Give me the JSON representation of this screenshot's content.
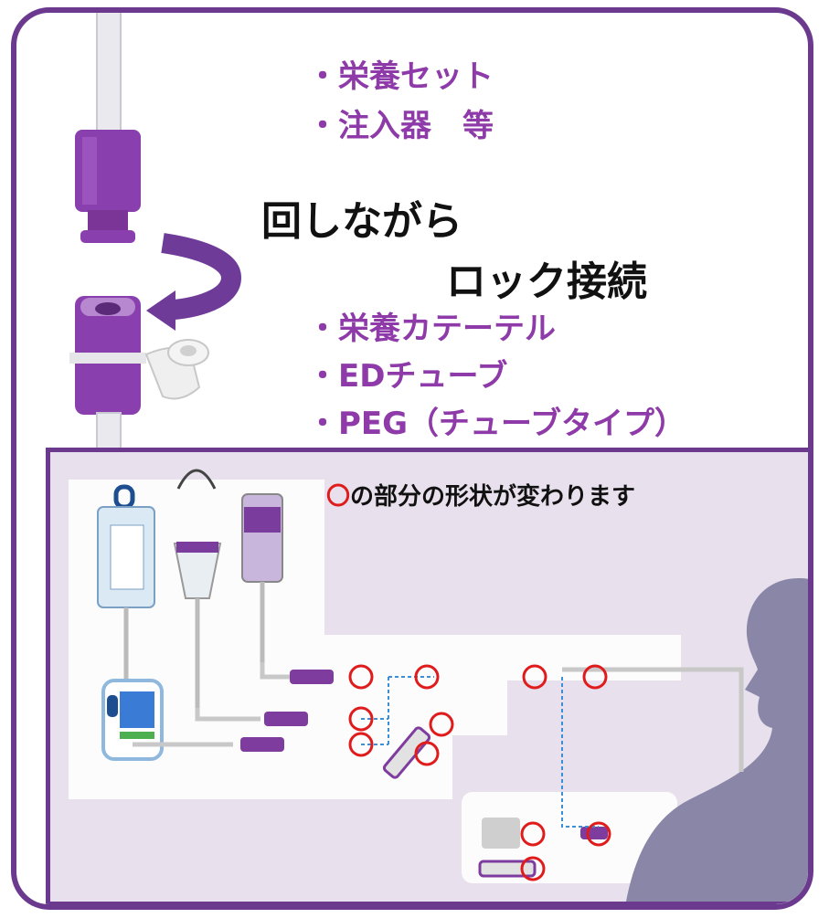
{
  "top": {
    "devices_list": [
      "・栄養セット",
      "・注入器　等"
    ],
    "action_line1": "回しながら",
    "action_line2": "ロック接続",
    "tube_list": [
      "・栄養カテーテル",
      "・EDチューブ",
      "・PEG（チューブタイプ）"
    ]
  },
  "diagram": {
    "legend_symbol": "〇",
    "legend_text": "の部分の形状が変わります"
  },
  "colors": {
    "frame": "#6b3a8f",
    "text_purple": "#8e3aa8",
    "connector": "#7e3d9e",
    "ring": "#e01b1b",
    "panel": "#e8e0ec",
    "silhouette": "#8a86a8"
  },
  "icons": [
    "rotate-arrow-icon",
    "enteral-connector-icon",
    "feeding-bag-icon",
    "feeding-pump-icon",
    "syringe-icon",
    "patient-silhouette-icon"
  ]
}
